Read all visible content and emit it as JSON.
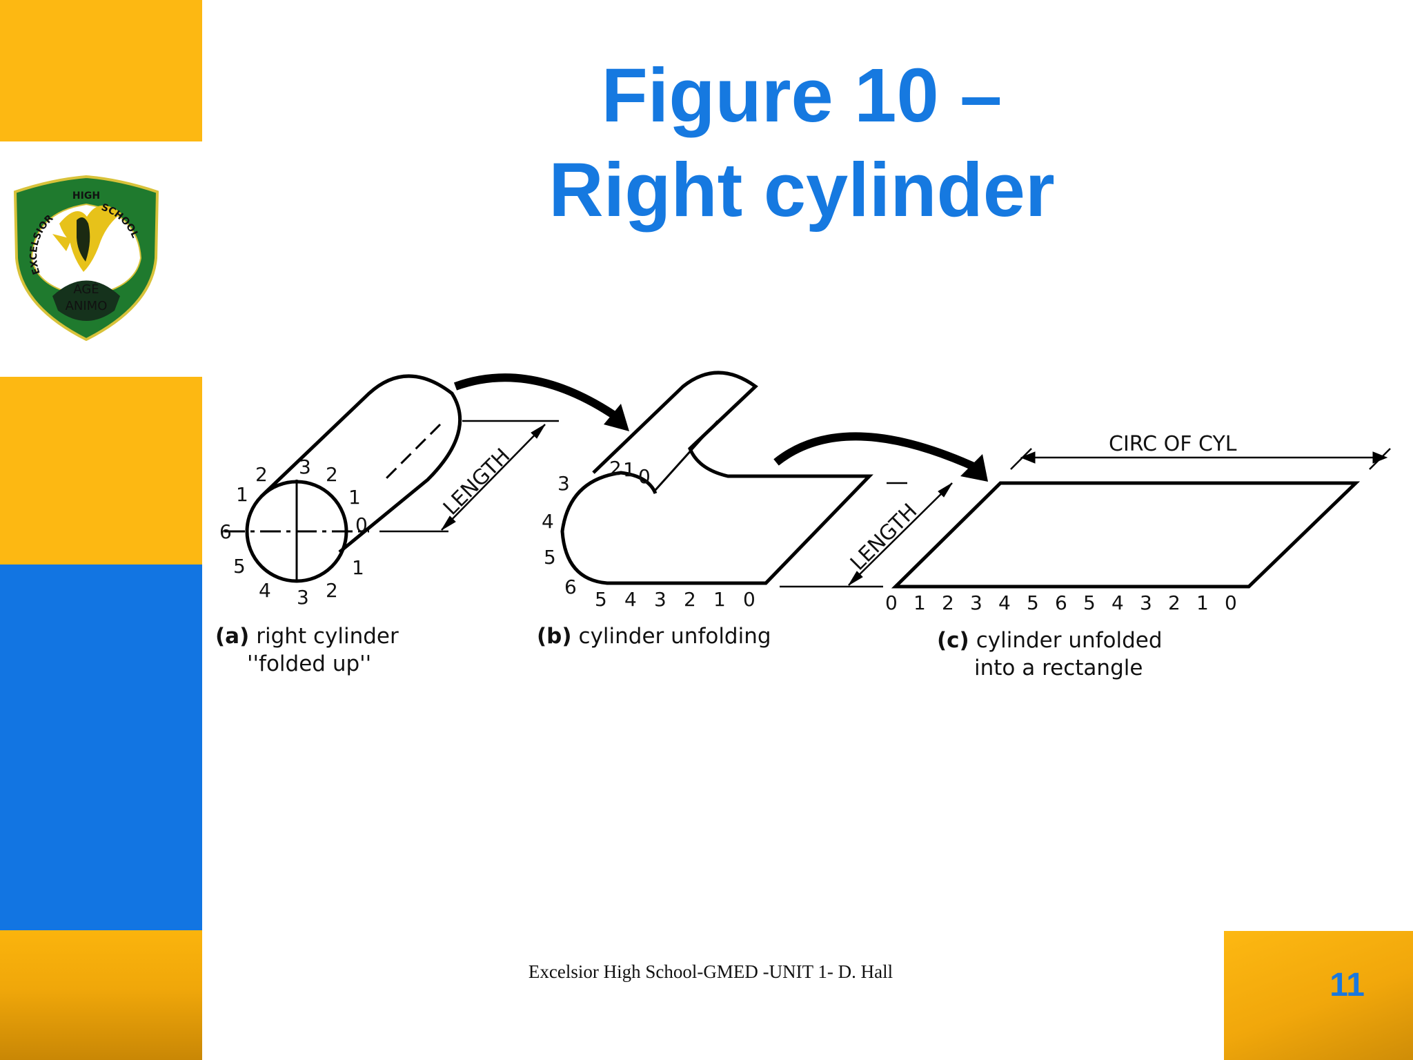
{
  "slide": {
    "title_line1": "Figure 10 –",
    "title_line2": "Right cylinder",
    "footer": "Excelsior High School-GMED -UNIT 1- D. Hall",
    "page_number": "11"
  },
  "logo": {
    "top_text": "HIGH",
    "left_text": "EXCELSIOR",
    "right_text": "SCHOOL",
    "motto_line1": "AGÉ",
    "motto_line2": "ANIMO",
    "icon": "eagle-crest-icon"
  },
  "diagram": {
    "length_label": "LENGTH",
    "circ_label": "CIRC  OF CYL",
    "panel_a": {
      "letter": "(a)",
      "caption_line1": "right cylinder",
      "caption_line2": "''folded up''",
      "numbers": [
        "2",
        "3",
        "2",
        "1",
        "1",
        "6",
        "0",
        "5",
        "1",
        "4",
        "3",
        "2"
      ]
    },
    "panel_b": {
      "letter": "(b)",
      "caption": "cylinder unfolding",
      "top_numbers": [
        "2",
        "1",
        "0"
      ],
      "side_numbers": [
        "3",
        "4",
        "5",
        "6"
      ],
      "bottom_numbers": [
        "5",
        "4",
        "3",
        "2",
        "1",
        "0"
      ]
    },
    "panel_c": {
      "letter": "(c)",
      "caption_line1": "cylinder unfolded",
      "caption_line2": "into a rectangle",
      "numbers": [
        "0",
        "1",
        "2",
        "3",
        "4",
        "5",
        "6",
        "5",
        "4",
        "3",
        "2",
        "1",
        "0"
      ]
    }
  },
  "colors": {
    "accent_blue": "#1275e2",
    "accent_yellow": "#fdb812",
    "title_blue": "#1679e0",
    "logo_green": "#1f7a2e"
  }
}
